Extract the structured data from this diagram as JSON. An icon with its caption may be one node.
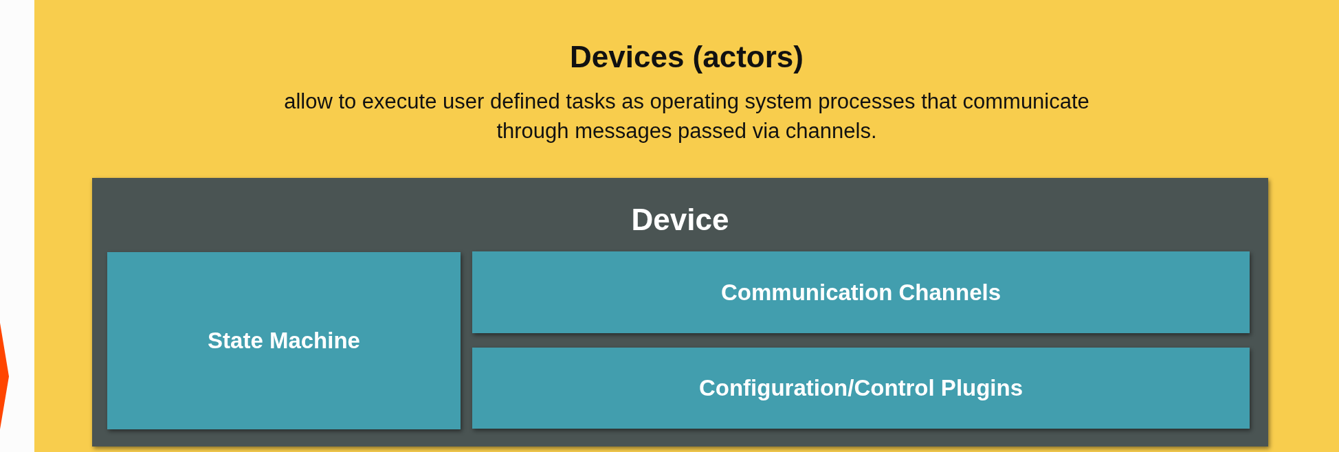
{
  "diagram": {
    "nodes": [
      {
        "text": [
          "Devices (actors)",
          "allow to execute user defined tasks as operating system processes that communicate through messages passed via channels."
        ]
      },
      {
        "text": [
          "Device"
        ],
        "in": 0
      },
      {
        "text": [
          "State Machine"
        ],
        "in": 1
      },
      {
        "text": [
          "Communication Channels"
        ],
        "in": 1
      },
      {
        "text": [
          "Configuration/Control Plugins"
        ],
        "in": 1
      }
    ]
  }
}
